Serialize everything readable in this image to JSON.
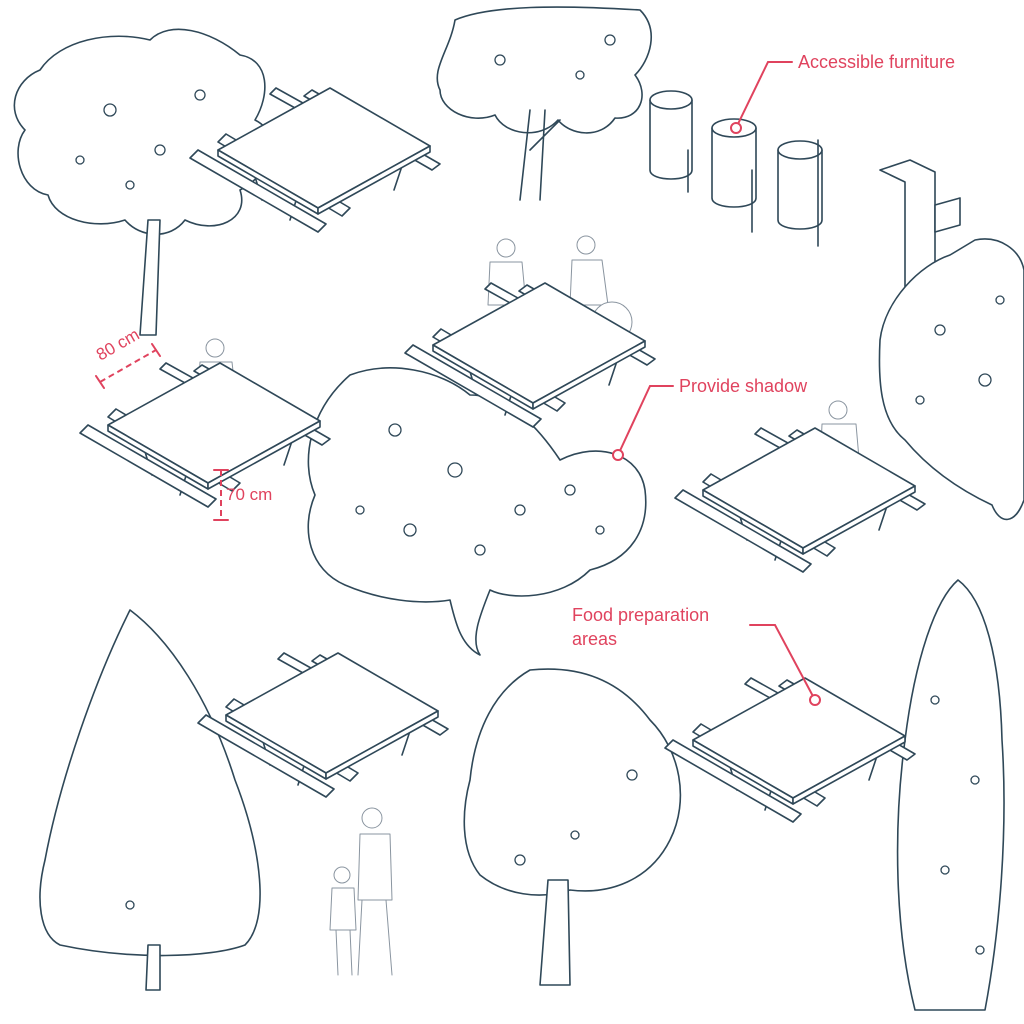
{
  "annotations": {
    "accessible_furniture": "Accessible furniture",
    "provide_shadow": "Provide shadow",
    "food_preparation_line1": "Food preparation",
    "food_preparation_line2": "areas"
  },
  "dimensions": {
    "table_width": "80 cm",
    "table_height": "70 cm"
  },
  "colors": {
    "line": "#2f4858",
    "accent": "#e0435e",
    "figure": "#8a95a0",
    "background": "#ffffff"
  },
  "icons": [
    "picnic-table-icon",
    "tree-icon",
    "waste-bin-icon",
    "drinking-fountain-icon",
    "person-icon",
    "wheelchair-user-icon"
  ]
}
